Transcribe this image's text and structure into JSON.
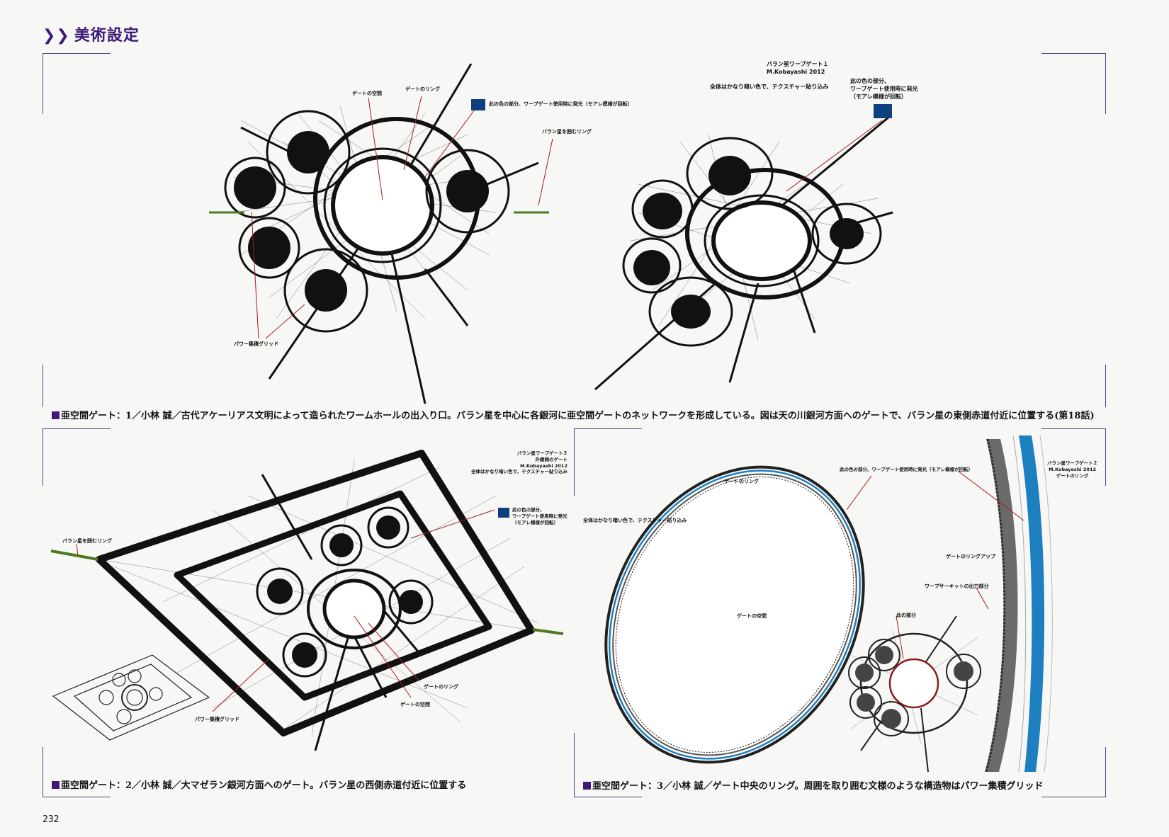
{
  "section": {
    "title": "美術設定",
    "accent_color": "#3d1a78",
    "icon": "double-chevron-right-icon"
  },
  "panel1": {
    "labels": {
      "gate_space": "ゲートの空間",
      "gate_ring": "ゲートのリング",
      "color_note": "此の色の部分、ワープゲート使用時に発光（モアレ模様が回転）",
      "surround_ring": "バラン星を囲むリング",
      "power_grid": "パワー集積グリッド"
    },
    "swatch_color": "#0e3f7f"
  },
  "panel2": {
    "credit": [
      "バラン星ワープゲート１",
      "M.Kobayashi 2012"
    ],
    "texture_note": "全体はかなり暗い色で、テクスチャー貼り込み",
    "color_note": [
      "此の色の部分、",
      "ワープゲート使用時に発光",
      "（モアレ模様が回転）"
    ],
    "swatch_color": "#0e3f7f"
  },
  "caption1": "亜空間ゲート：1／小林 誠／古代アケーリアス文明によって造られたワームホールの出入り口。バラン星を中心に各銀河に亜空間ゲートのネットワークを形成している。図は天の川銀河方面へのゲートで、バラン星の東側赤道付近に位置する(第18話)",
  "panel3": {
    "credit": [
      "バラン星ワープゲート３",
      "外銀側のゲート",
      "M.Kobayashi 2012",
      "全体はかなり暗い色で、テクスチャー貼り込み"
    ],
    "color_note": [
      "此の色の部分、",
      "ワープゲート使用時に発光",
      "（モアレ模様が回転）"
    ],
    "surround_ring": "バラン星を囲むリング",
    "power_grid": "パワー集積グリッド",
    "gate_ring": "ゲートのリング",
    "gate_space": "ゲートの空間",
    "swatch_color": "#0e3f7f"
  },
  "panel4": {
    "credit": [
      "バラン星ワープゲート２",
      "M.Kobayashi 2012",
      "ゲートのリング"
    ],
    "gate_ring": "ゲートのリング",
    "texture_note": "全体はかなり暗い色で、テクスチャー貼り込み",
    "color_note": "此の色の部分、ワープゲート使用時に発光（モアレ模様が回転）",
    "gate_space": "ゲートの空間",
    "ring_up": "ゲートのリングアップ",
    "warp_circuit": "ワープサーキットの出力部分",
    "this_part": "此の部分",
    "accent_color": "#1d7fc0"
  },
  "caption2": "亜空間ゲート：2／小林 誠／大マゼラン銀河方面へのゲート。バラン星の西側赤道付近に位置する",
  "caption3": "亜空間ゲート：3／小林 誠／ゲート中央のリング。周囲を取り囲む文様のような構造物はパワー集積グリッド",
  "page_number": "232"
}
